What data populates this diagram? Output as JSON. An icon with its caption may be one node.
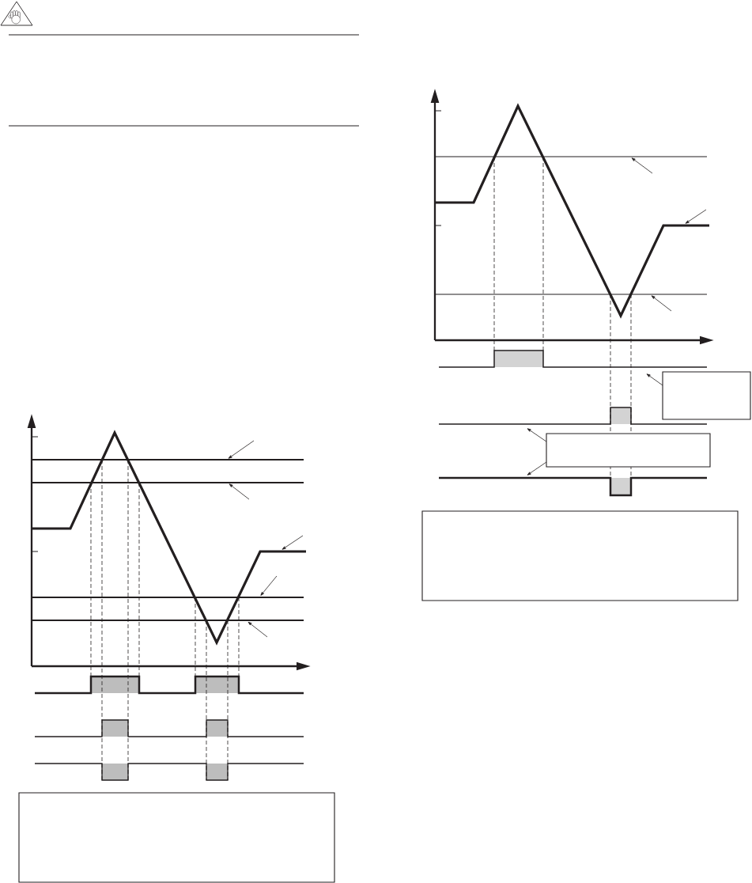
{
  "diagram": {
    "nodes": [
      {
        "text": [],
        "shape": "box"
      },
      {
        "text": [],
        "shape": "box"
      },
      {
        "text": [],
        "shape": "box"
      },
      {
        "text": [],
        "shape": "box"
      }
    ],
    "edges": [
      {
        "from": 1,
        "to": null,
        "arrow": "to"
      },
      {
        "from": 2,
        "to": null,
        "arrow": "to"
      },
      {
        "from": 2,
        "to": null,
        "arrow": "to"
      }
    ]
  }
}
